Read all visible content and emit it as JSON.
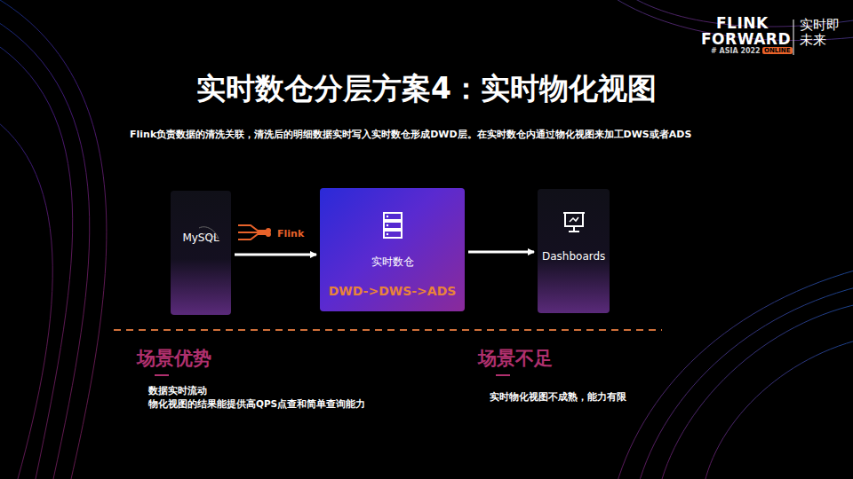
{
  "diagram": {
    "title": "实时数仓分层方案4：实时物化视图",
    "nodes": [
      {
        "text": [
          "MySQL"
        ]
      },
      {
        "text": [
          "实时数仓",
          "DWD->DWS->ADS"
        ]
      },
      {
        "text": [
          "Dashboards"
        ]
      }
    ],
    "edges": [
      {
        "from": 0,
        "to": 1,
        "label": "Flink",
        "arrow": "to"
      },
      {
        "from": 1,
        "to": 2,
        "arrow": "to"
      }
    ],
    "labels": [
      "Flink负责数据的清洗关联，清洗后的明细数据实时写入实时数仓形成DWD层。在实时数仓内通过物化视图来加工DWS或者ADS",
      "场景优势",
      "数据实时流动",
      "物化视图的结果能提供高QPS点查和简单查询能力",
      "场景不足",
      "实时物化视图不成熟，能力有限",
      "FLINK",
      "FORWARD",
      "# ASIA 2022",
      "ONLINE",
      "实时即未来"
    ]
  }
}
